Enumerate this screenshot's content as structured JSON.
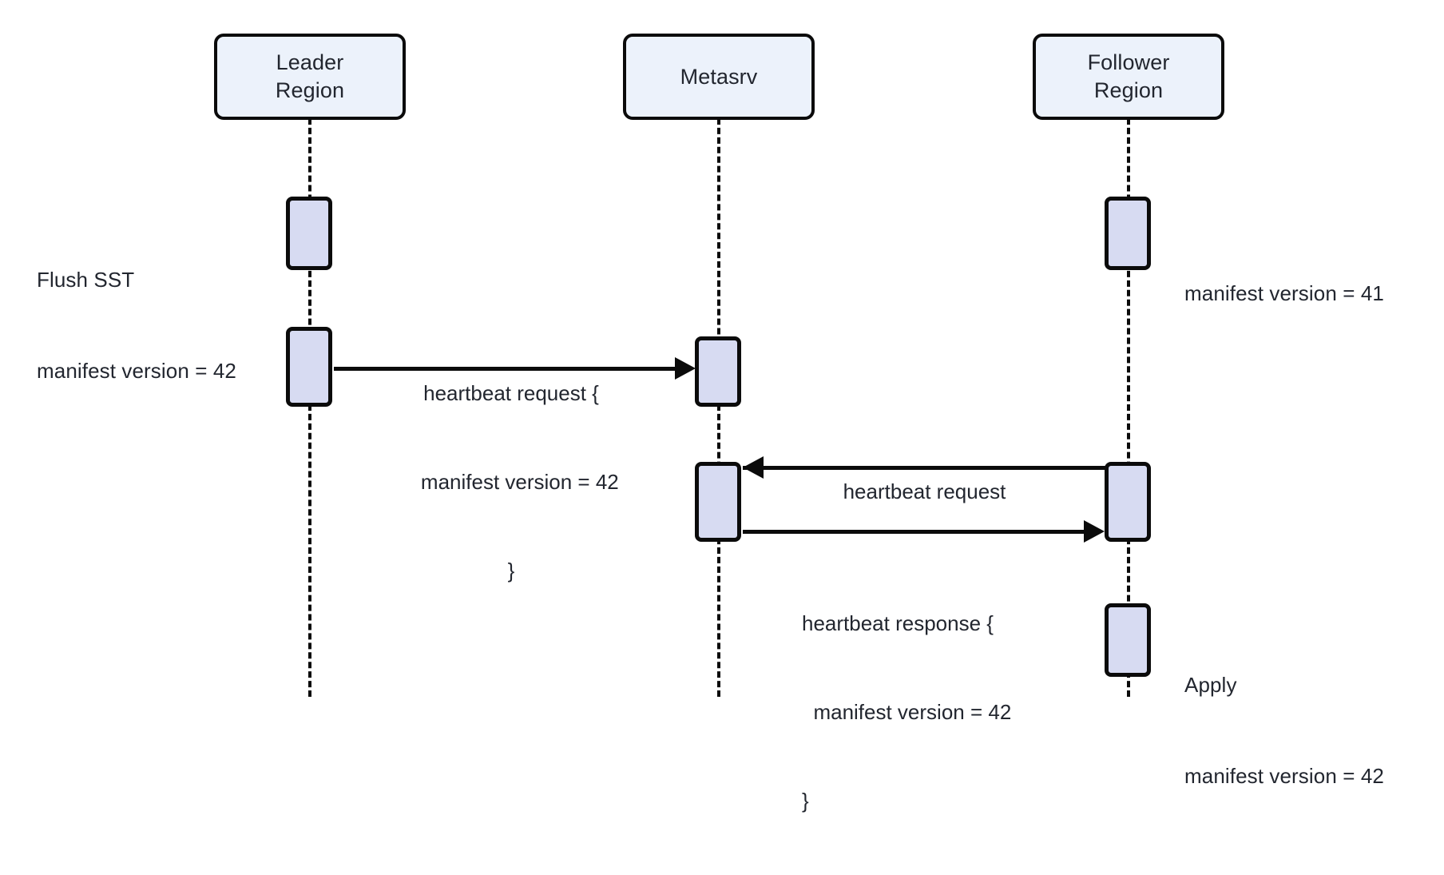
{
  "diagram": {
    "type": "sequence-diagram",
    "title": "",
    "colors": {
      "participant_fill": "#ECF2FB",
      "activation_fill": "#D7DBF2",
      "stroke": "#0B0B0B",
      "text": "#22262F",
      "background": "#FFFFFF"
    },
    "participants": [
      {
        "id": "leader",
        "label": "Leader\nRegion"
      },
      {
        "id": "metasrv",
        "label": "Metasrv"
      },
      {
        "id": "follower",
        "label": "Follower\nRegion"
      }
    ],
    "notes": [
      {
        "id": "flush-note",
        "side": "left",
        "lines": [
          "Flush SST",
          "manifest version = 42"
        ]
      },
      {
        "id": "follower-version-note",
        "side": "right",
        "lines": [
          "manifest version = 41"
        ]
      },
      {
        "id": "apply-note",
        "side": "right",
        "lines": [
          "Apply",
          "manifest version = 42"
        ]
      }
    ],
    "messages": [
      {
        "id": "leader-heartbeat-request",
        "from": "leader",
        "to": "metasrv",
        "direction": "right",
        "lines": [
          "heartbeat request {",
          "   manifest version = 42",
          "}"
        ]
      },
      {
        "id": "follower-heartbeat-request",
        "from": "follower",
        "to": "metasrv",
        "direction": "left",
        "lines": [
          "heartbeat request"
        ]
      },
      {
        "id": "metasrv-heartbeat-response",
        "from": "metasrv",
        "to": "follower",
        "direction": "right",
        "lines": [
          "heartbeat response {",
          "  manifest version = 42",
          "}"
        ]
      }
    ]
  }
}
